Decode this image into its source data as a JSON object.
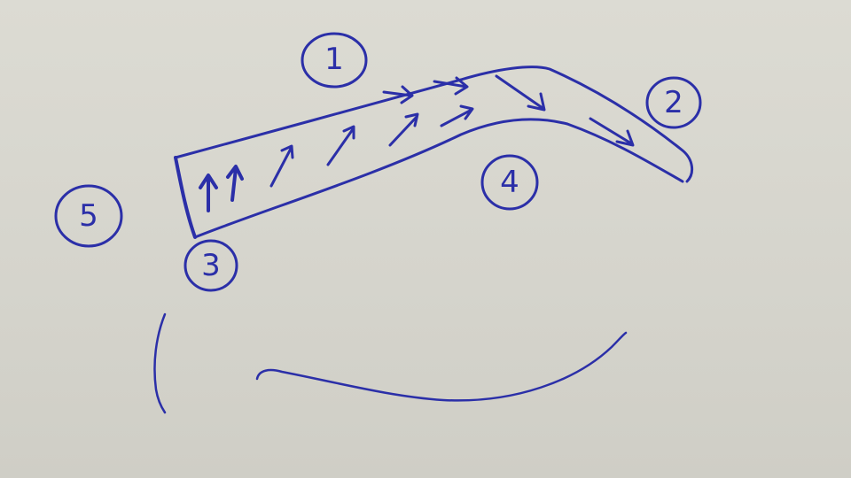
{
  "ink_color": "#2b2fa8",
  "paper_color": "#d6d5cd",
  "markers": [
    {
      "id": "m1",
      "text": "1"
    },
    {
      "id": "m2",
      "text": "2"
    },
    {
      "id": "m3",
      "text": "3"
    },
    {
      "id": "m4",
      "text": "4"
    },
    {
      "id": "m5",
      "text": "5"
    }
  ]
}
